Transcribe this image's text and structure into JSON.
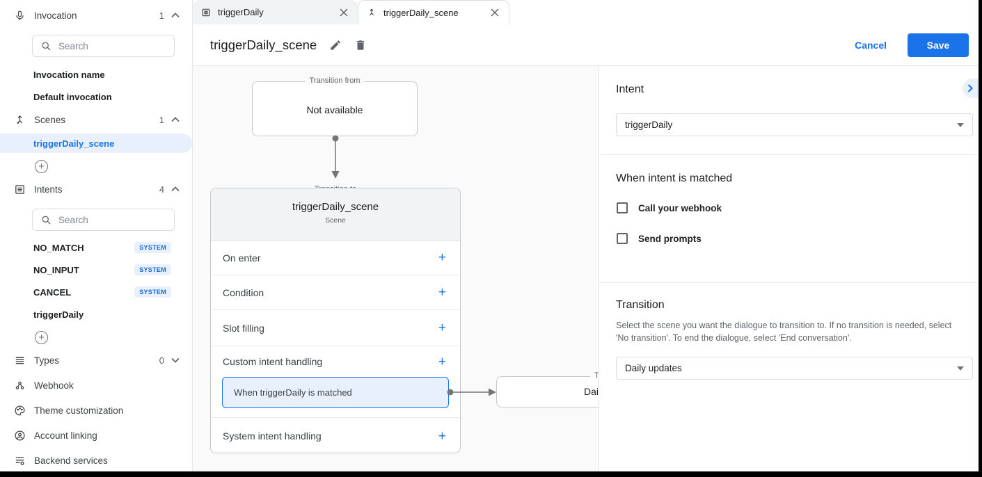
{
  "colors": {
    "accent": "#1a73e8",
    "selected_bg": "#e8f0fe",
    "badge_text": "#1967d2",
    "canvas_bg": "#fafafa"
  },
  "icons": {
    "plus": "+",
    "add_circle": "+"
  },
  "sidebar": {
    "invocation": {
      "label": "Invocation",
      "count": "1",
      "search_placeholder": "Search",
      "items": [
        {
          "name": "Invocation name"
        },
        {
          "name": "Default invocation"
        }
      ]
    },
    "scenes": {
      "label": "Scenes",
      "count": "1",
      "items": [
        {
          "name": "triggerDaily_scene",
          "selected": true
        }
      ]
    },
    "intents": {
      "label": "Intents",
      "count": "4",
      "search_placeholder": "Search",
      "items": [
        {
          "name": "NO_MATCH",
          "badge": "SYSTEM"
        },
        {
          "name": "NO_INPUT",
          "badge": "SYSTEM"
        },
        {
          "name": "CANCEL",
          "badge": "SYSTEM"
        },
        {
          "name": "triggerDaily",
          "badge": ""
        }
      ]
    },
    "types": {
      "label": "Types",
      "count": "0"
    },
    "links": [
      {
        "label": "Webhook"
      },
      {
        "label": "Theme customization"
      },
      {
        "label": "Account linking"
      },
      {
        "label": "Backend services"
      }
    ]
  },
  "tabs": [
    {
      "label": "triggerDaily",
      "active": false
    },
    {
      "label": "triggerDaily_scene",
      "active": true
    }
  ],
  "header": {
    "title": "triggerDaily_scene",
    "cancel_label": "Cancel",
    "save_label": "Save"
  },
  "canvas": {
    "transition_from": {
      "legend": "Transition from",
      "content": "Not available"
    },
    "transition_to": {
      "legend": "Transition to",
      "title": "triggerDaily_scene",
      "subtitle": "Scene",
      "rows": [
        {
          "label": "On enter"
        },
        {
          "label": "Condition"
        },
        {
          "label": "Slot filling"
        },
        {
          "label": "Custom intent handling",
          "item": "When triggerDaily is matched"
        },
        {
          "label": "System intent handling"
        }
      ]
    },
    "target": {
      "legend_clipped": "Tr",
      "content_clipped": "Dail"
    }
  },
  "panel": {
    "intent": {
      "heading": "Intent",
      "value": "triggerDaily"
    },
    "matched": {
      "heading": "When intent is matched",
      "checkboxes": [
        {
          "label": "Call your webhook",
          "checked": false
        },
        {
          "label": "Send prompts",
          "checked": false
        }
      ]
    },
    "transition": {
      "heading": "Transition",
      "description": "Select the scene you want the dialogue to transition to. If no transition is needed, select 'No transition'. To end the dialogue, select 'End conversation'.",
      "value": "Daily updates"
    }
  }
}
